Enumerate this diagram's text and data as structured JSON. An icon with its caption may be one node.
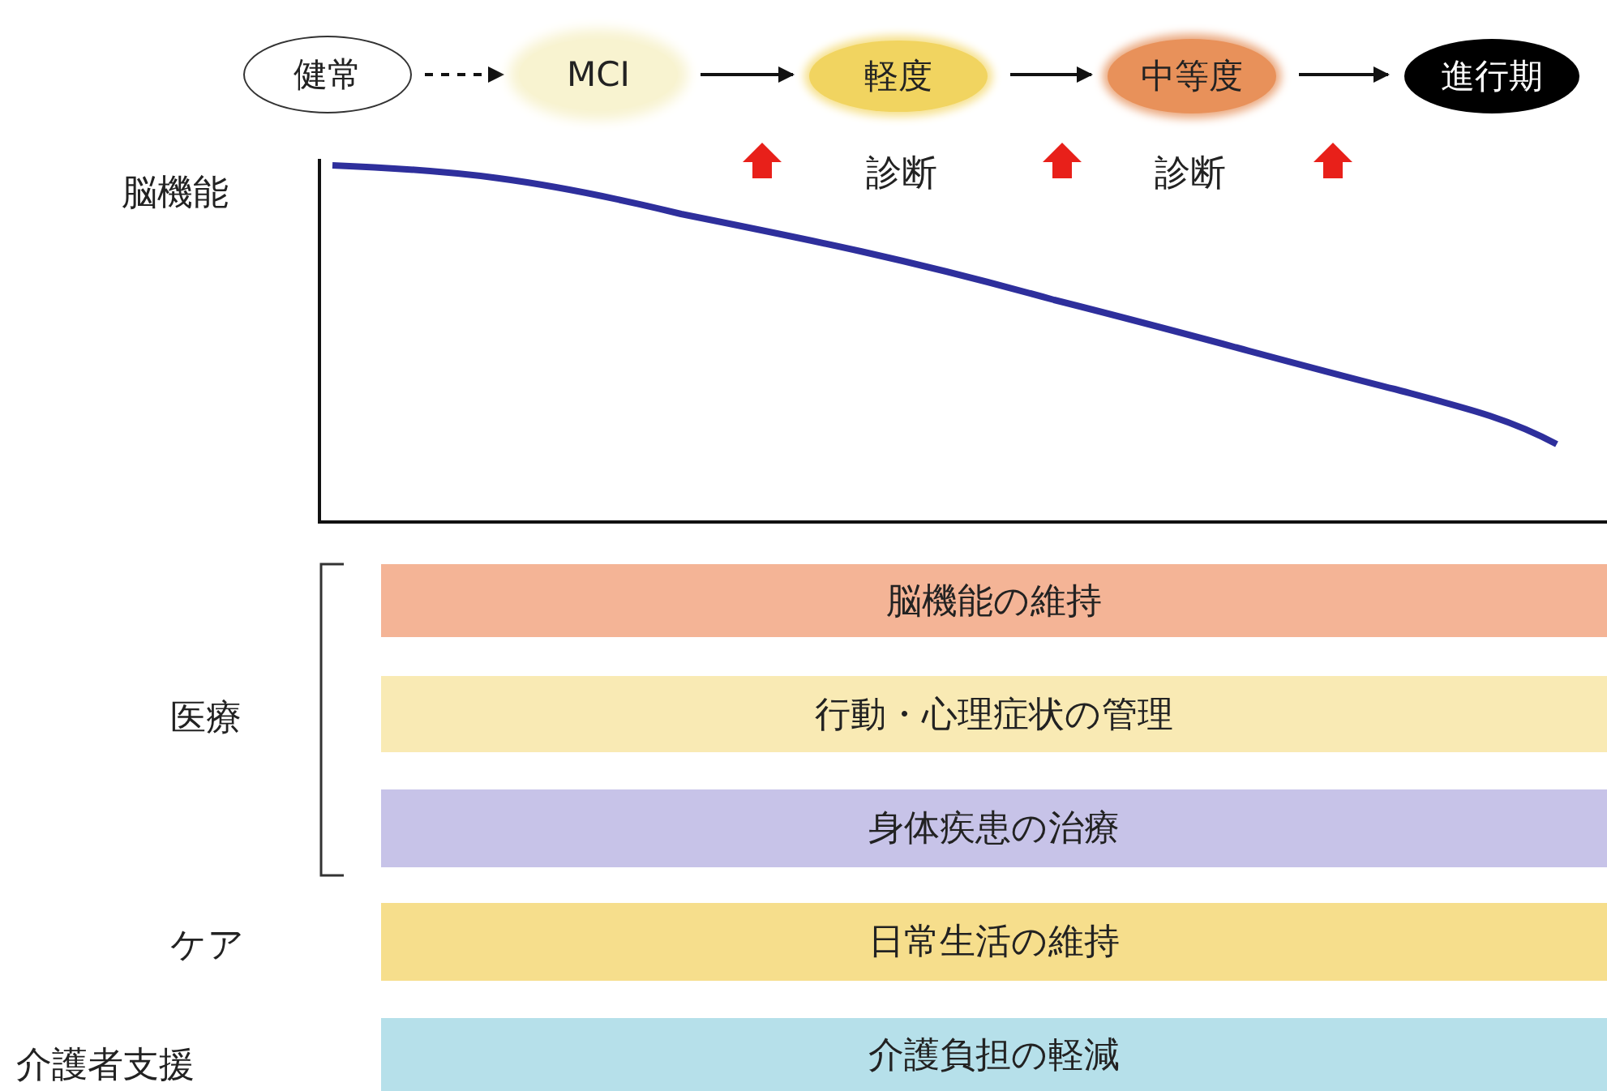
{
  "diagram": {
    "nodes": [
      {
        "text": [
          "健常"
        ]
      },
      {
        "text": [
          "MCI"
        ]
      },
      {
        "text": [
          "軽度"
        ]
      },
      {
        "text": [
          "中等度"
        ]
      },
      {
        "text": [
          "進行期"
        ]
      },
      {
        "text": [
          "脳機能の維持"
        ]
      },
      {
        "text": [
          "行動・心理症状の管理"
        ]
      },
      {
        "text": [
          "身体疾患の治療"
        ]
      },
      {
        "text": [
          "日常生活の維持"
        ]
      },
      {
        "text": [
          "介護負担の軽減"
        ]
      }
    ],
    "edges": [
      {
        "from": 0,
        "to": 1,
        "arrow": "to",
        "style": "dashed"
      },
      {
        "from": 1,
        "to": 2,
        "arrow": "to"
      },
      {
        "from": 2,
        "to": 3,
        "arrow": "to"
      },
      {
        "from": 3,
        "to": 4,
        "arrow": "to"
      }
    ],
    "labels": [
      "診断",
      "診断",
      "脳機能",
      "医療",
      "ケア",
      "介護者支援"
    ]
  }
}
